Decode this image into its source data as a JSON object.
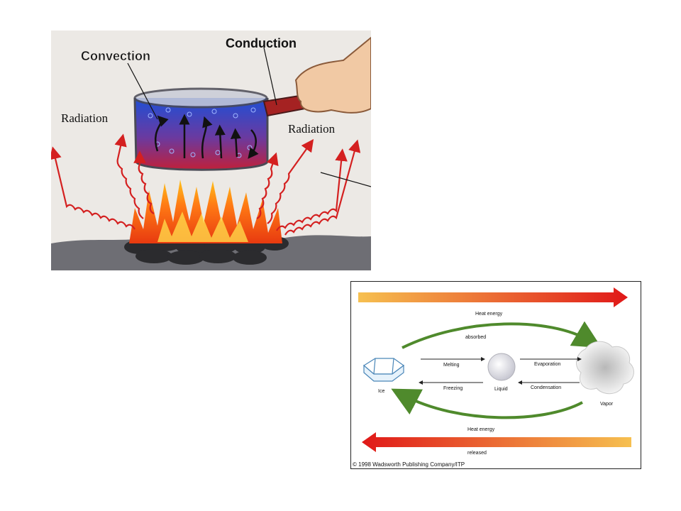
{
  "heat_transfer": {
    "label_convection": "Convection",
    "label_conduction": "Conduction",
    "label_radiation_left": "Radiation",
    "label_radiation_right": "Radiation",
    "colors": {
      "background": "#ece9e5",
      "hot_water": "#c0203a",
      "cool_water": "#1e4fd6",
      "radiation": "#d42020",
      "flame_outer": "#e83a10",
      "flame_inner": "#ffc21a",
      "coals": "#2b2b2e"
    }
  },
  "phase_diagram": {
    "heat_absorbed_line1": "Heat energy",
    "heat_absorbed_line2": "absorbed",
    "heat_released_line1": "Heat energy",
    "heat_released_line2": "released",
    "states": {
      "ice": "Ice",
      "liquid": "Liquid",
      "vapor": "Vapor"
    },
    "transitions": {
      "melting": "Melting",
      "freezing": "Freezing",
      "evaporation": "Evaporation",
      "condensation": "Condensation"
    },
    "copyright": "© 1998 Wadsworth Publishing Company/ITP",
    "colors": {
      "arrow_hot": "#e01818",
      "arrow_warm": "#f6c050",
      "cycle_green": "#4f8a2c"
    }
  }
}
